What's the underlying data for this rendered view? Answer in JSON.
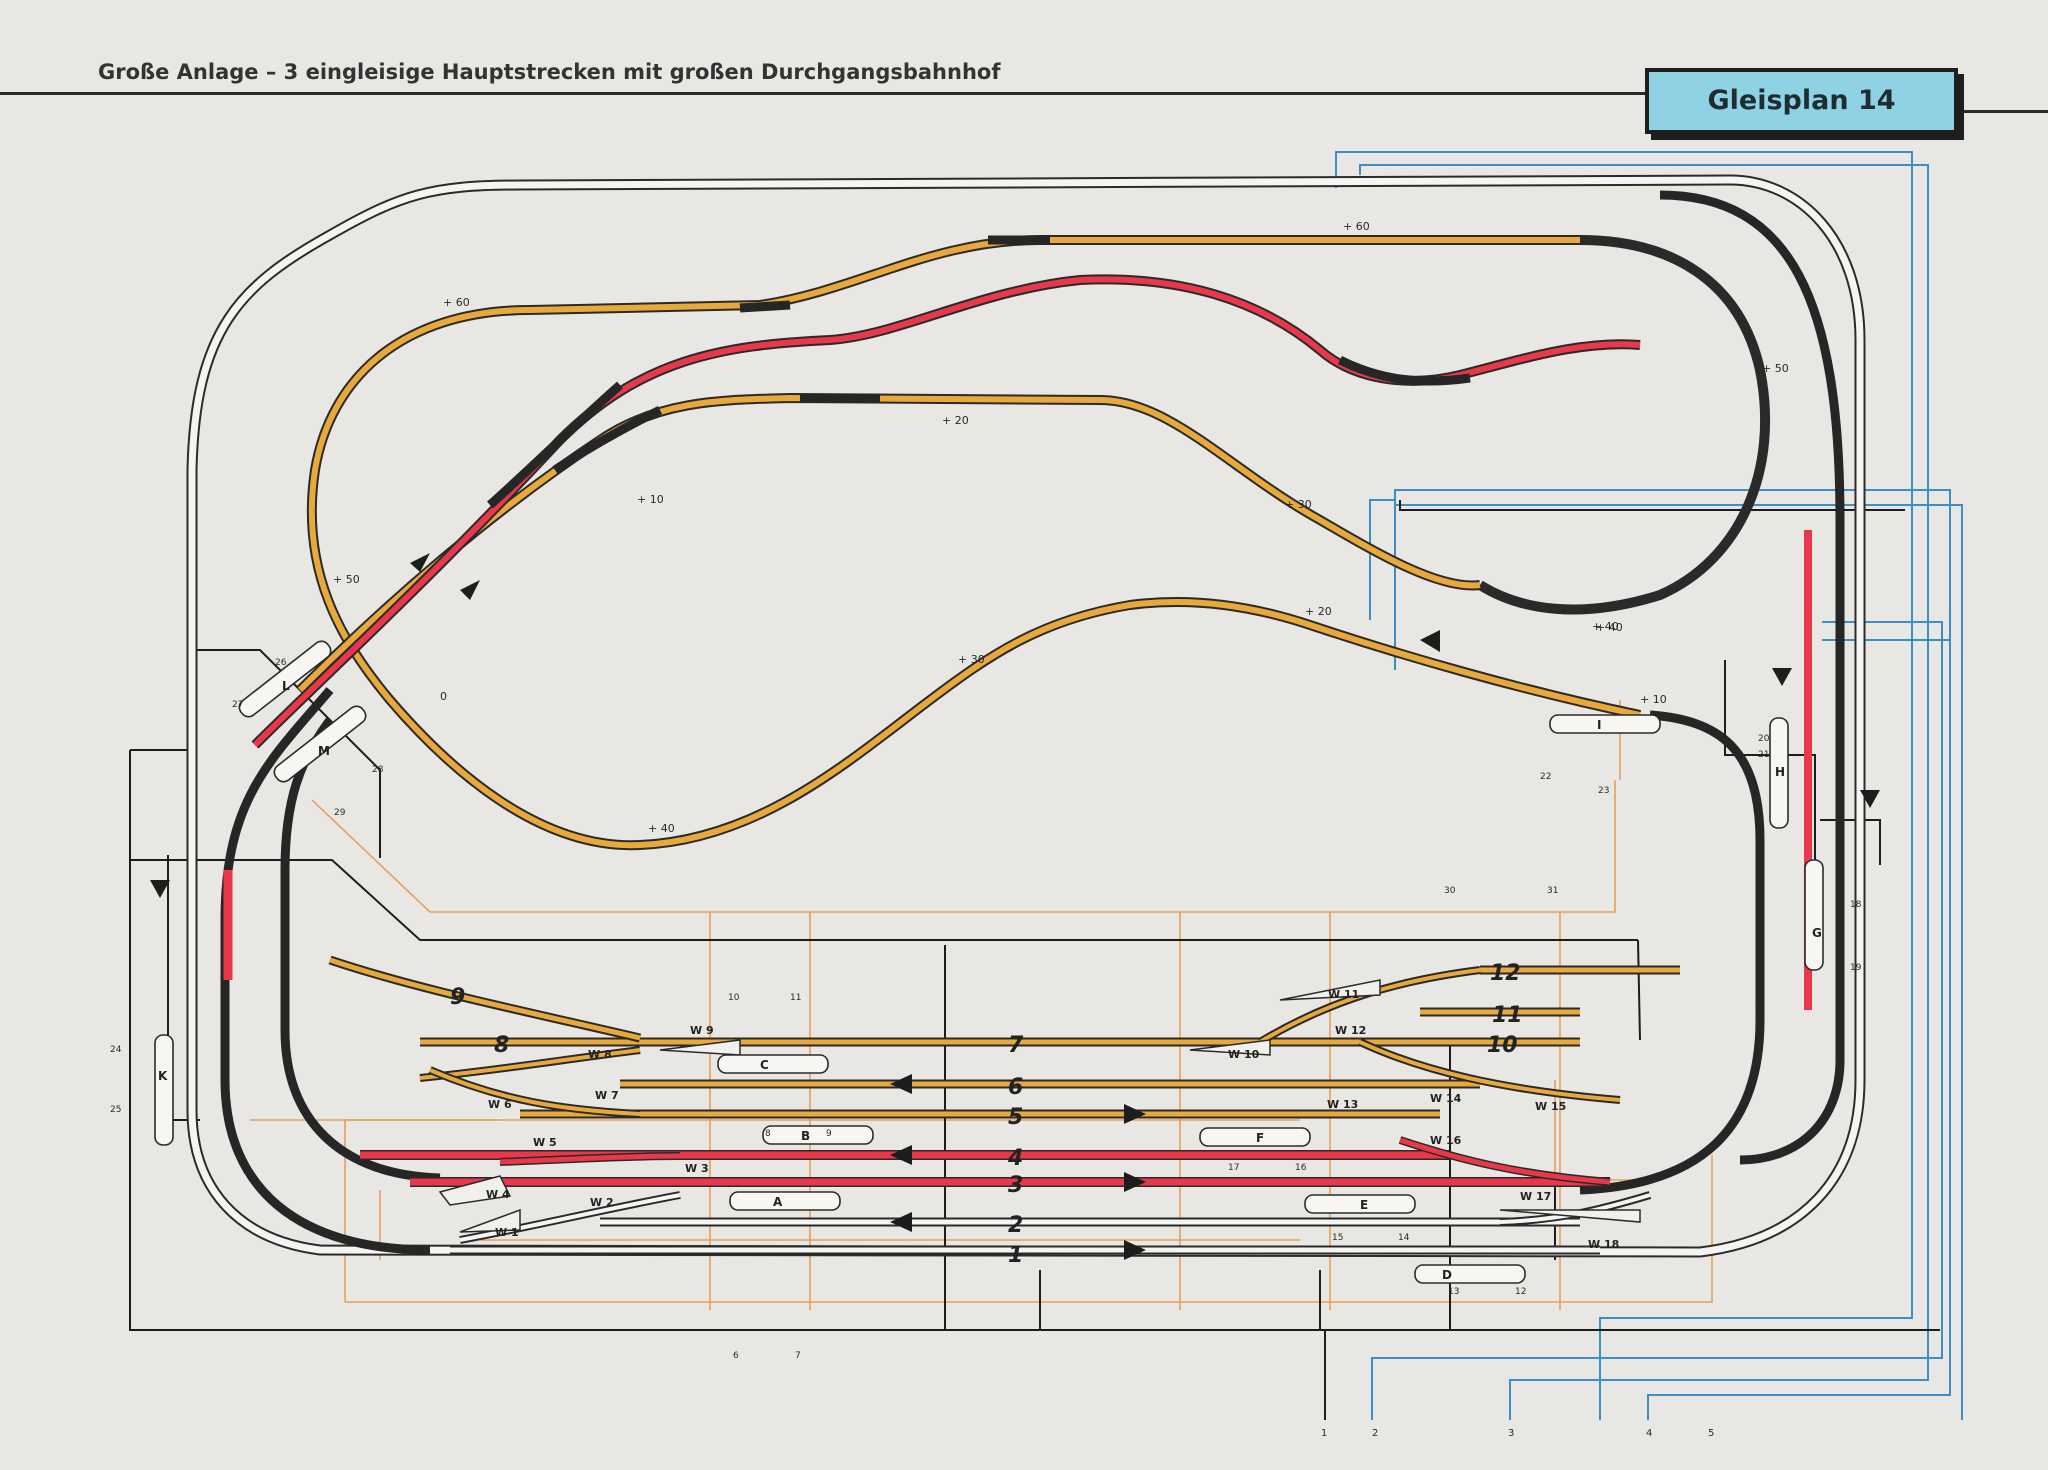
{
  "header": {
    "title": "Große Anlage – 3 eingleisige Hauptstrecken mit großen Durchgangsbahnhof",
    "plan_label": "Gleisplan 14"
  },
  "colors": {
    "track_yellow": "#e8a93a",
    "track_red": "#e8384a",
    "track_black": "#262626",
    "track_white": "#f4f4f2",
    "wire_blue": "#3b8fc4",
    "wire_orange": "#e6a15a",
    "wire_black": "#1d1d1d"
  },
  "elevations": [
    "+ 60",
    "+ 60",
    "+ 50",
    "+ 50",
    "+ 20",
    "+ 10",
    "+ 30",
    "+ 40",
    "+ 40",
    "+ 20",
    "+ 10",
    "+ 30",
    "+ 40",
    "0",
    "0"
  ],
  "track_numbers": [
    "1",
    "2",
    "3",
    "4",
    "5",
    "6",
    "7",
    "8",
    "9",
    "10",
    "11",
    "12"
  ],
  "switches": [
    "W 1",
    "W 2",
    "W 3",
    "W 4",
    "W 5",
    "W 6",
    "W 7",
    "W 8",
    "W 9",
    "W 10",
    "W 11",
    "W 12",
    "W 13",
    "W 14",
    "W 15",
    "W 16",
    "W 17",
    "W 18"
  ],
  "control_panels": [
    "A",
    "B",
    "C",
    "D",
    "E",
    "F",
    "G",
    "H",
    "I",
    "K",
    "L",
    "M"
  ],
  "terminals": [
    "1",
    "2",
    "3",
    "4",
    "5"
  ],
  "wire_numbers": [
    "6",
    "7",
    "8",
    "9",
    "10",
    "11",
    "12",
    "13",
    "14",
    "15",
    "16",
    "17",
    "18",
    "19",
    "20",
    "21",
    "22",
    "23",
    "24",
    "25",
    "26",
    "27",
    "28",
    "29",
    "30",
    "31"
  ]
}
